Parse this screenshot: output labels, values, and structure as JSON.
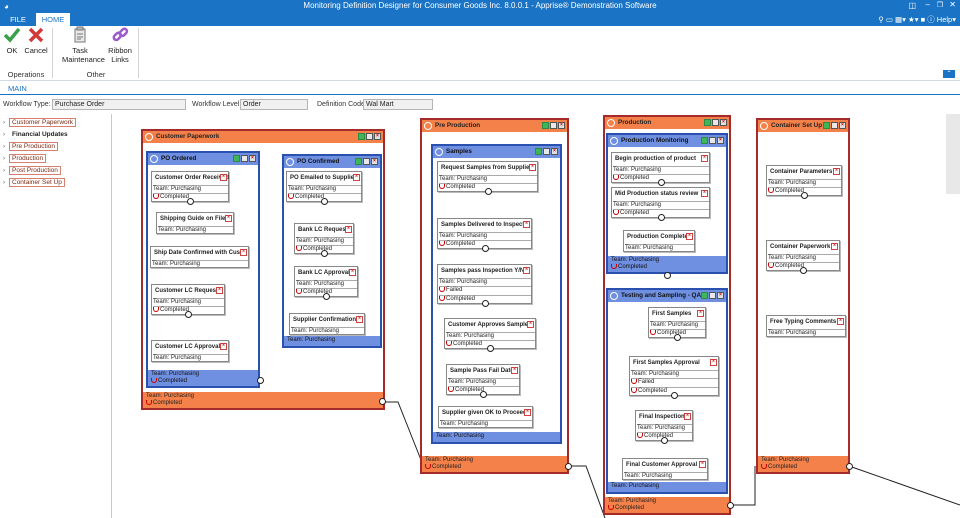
{
  "window": {
    "title": "Monitoring Definition Designer for Consumer Goods Inc. 8.0.0.1 - Apprise® Demonstration Software"
  },
  "ribbon_tabs": [
    {
      "label": "FILE"
    },
    {
      "label": "HOME"
    }
  ],
  "help_label": "Help",
  "ribbon": {
    "ok_label": "OK",
    "cancel_label": "Cancel",
    "task_label_1": "Task",
    "task_label_2": "Maintenance",
    "links_label_1": "Ribbon",
    "links_label_2": "Links",
    "group_operations": "Operations",
    "group_other": "Other"
  },
  "main_tab": "MAIN",
  "fields": {
    "workflow_type_label": "Workflow Type:",
    "workflow_type_value": "Purchase Order",
    "workflow_level_label": "Workflow Level:",
    "workflow_level_value": "Order",
    "definition_code_label": "Definition Code:",
    "definition_code_value": "Wal Mart"
  },
  "left_items": [
    {
      "label": "Customer Paperwork"
    },
    {
      "label": "Financial Updates"
    },
    {
      "label": "Pre Production"
    },
    {
      "label": "Production"
    },
    {
      "label": "Post Production"
    },
    {
      "label": "Container Set Up"
    }
  ],
  "common": {
    "team": "Team: Purchasing",
    "completed": "Completed",
    "failed": "Failed"
  },
  "stages": {
    "customer_paperwork": "Customer Paperwork",
    "pre_production": "Pre Production",
    "production": "Production",
    "container_set_up": "Container Set Up"
  },
  "subs": {
    "po_ordered": "PO Ordered",
    "po_confirmed": "PO Confirmed",
    "samples": "Samples",
    "production_monitoring": "Production Monitoring",
    "testing_sampling": "Testing and Sampling - QA"
  },
  "tasks": {
    "t1": "Customer Order Received",
    "t2": "Shipping Guide on File",
    "t3": "Ship Date Confirmed with Cust",
    "t4": "Customer LC Request",
    "t5": "Customer LC Approval",
    "t6": "PO Emailed to Supplier",
    "t7": "Bank LC Request",
    "t8": "Bank LC Approval",
    "t9": "Supplier Confirmation",
    "t10": "Request Samples from Supplier",
    "t11": "Samples Delivered to Inspect",
    "t12": "Samples pass Inspection Y/N",
    "t13": "Customer Approves Sample",
    "t14": "Sample Pass Fail Date",
    "t15": "Supplier given OK to Proceed",
    "t16": "Begin production of product",
    "t17": "Mid Production status review",
    "t18": "Production Complete",
    "t19": "First Samples",
    "t20": "First Samples Approval",
    "t21": "Final Inspection",
    "t22": "Final Customer Approval",
    "t23": "Container Parameters",
    "t24": "Container Paperwork",
    "t25": "Free Typing Comments"
  }
}
